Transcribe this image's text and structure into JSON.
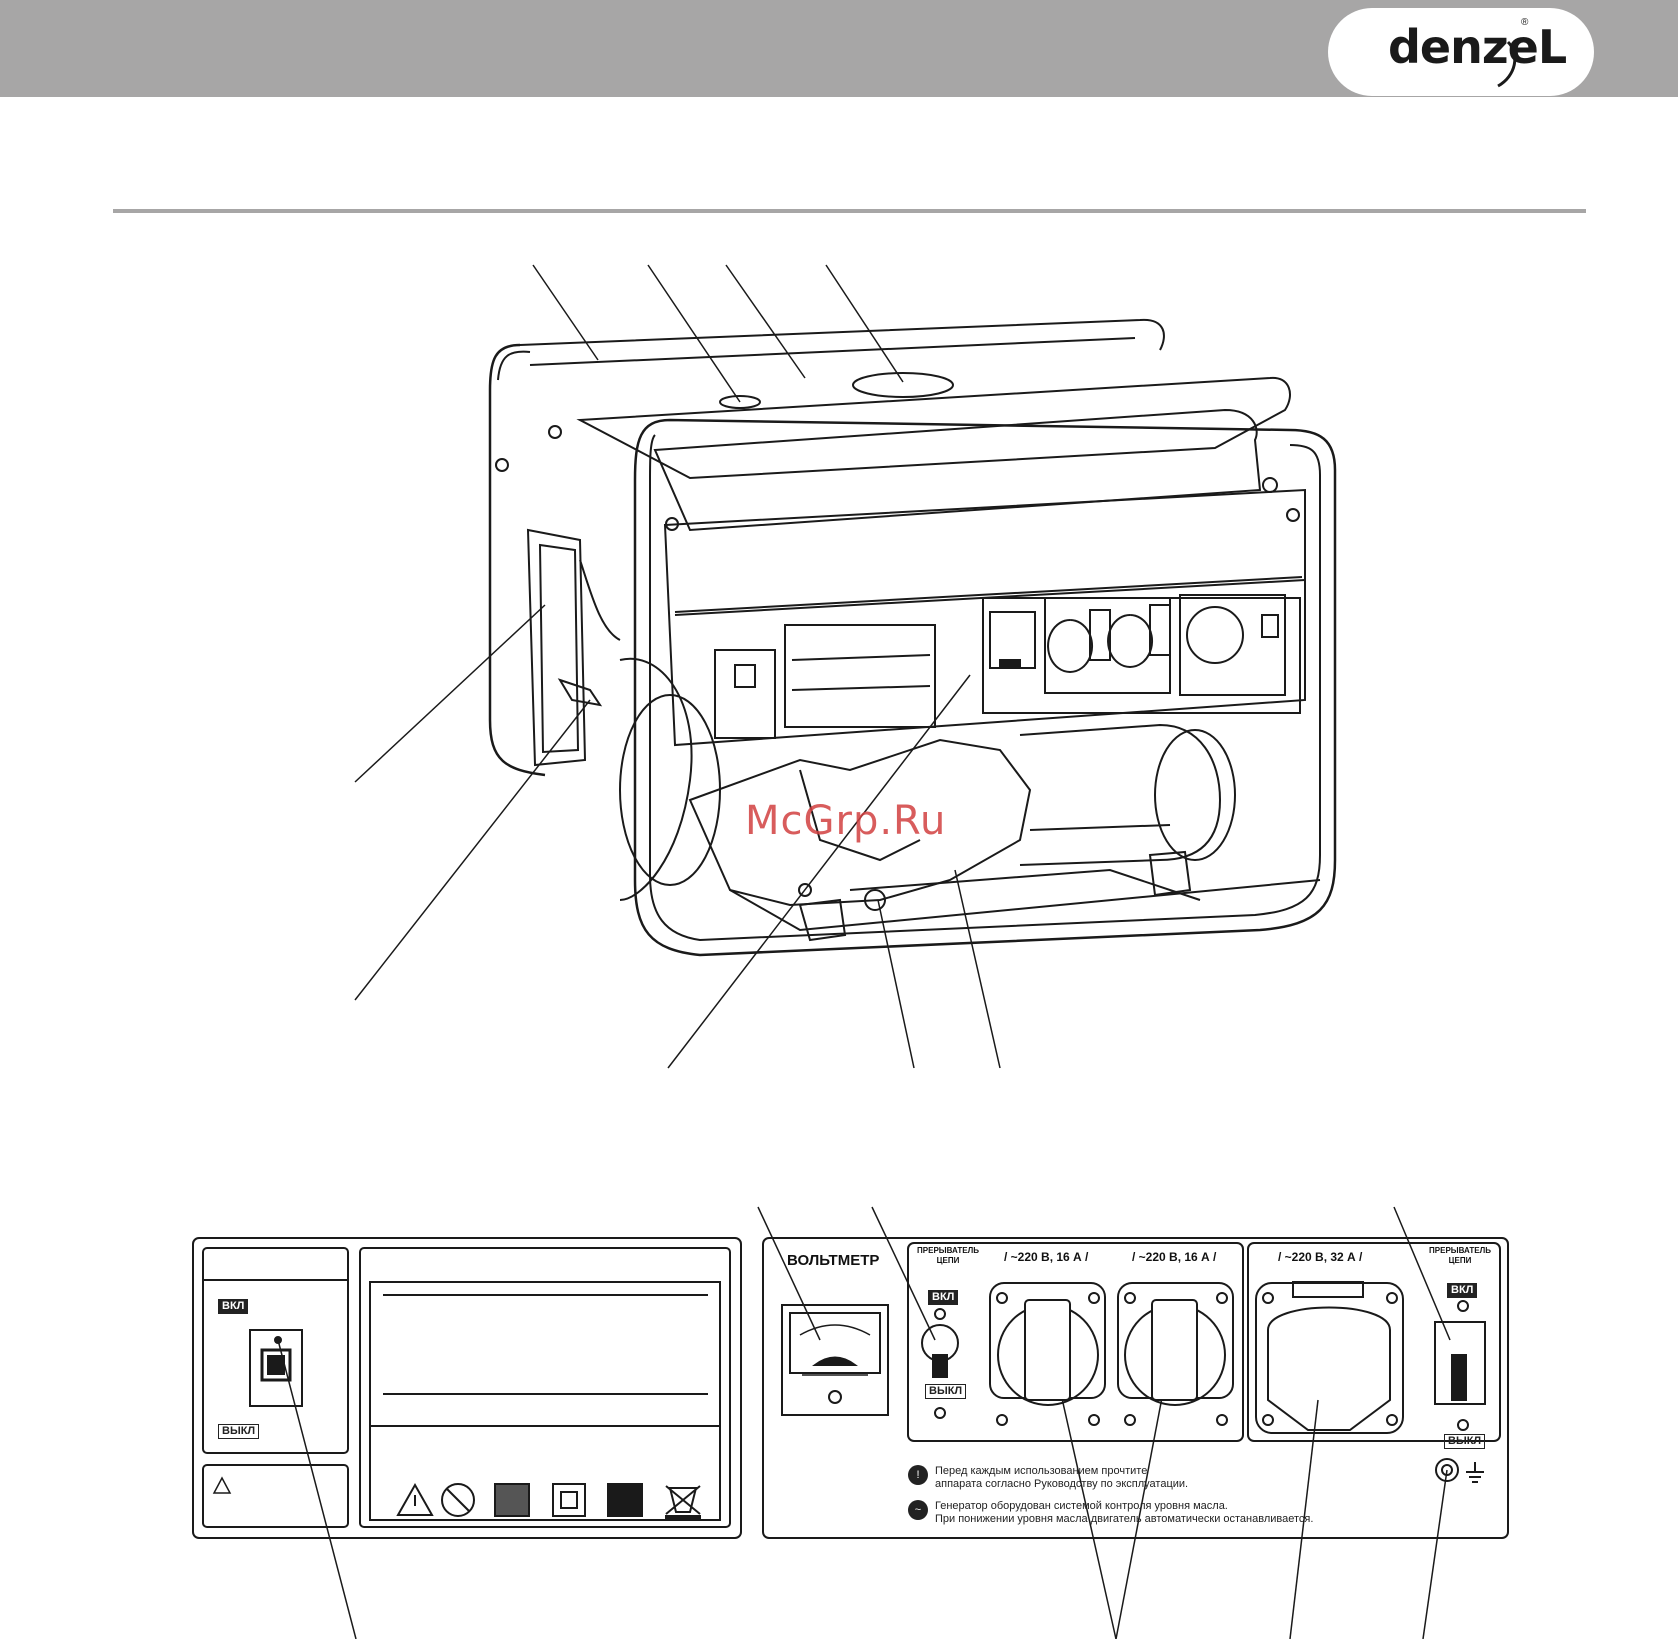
{
  "brand": {
    "name": "denzeL",
    "mark": "®"
  },
  "watermark": "McGrp.Ru",
  "left_panel": {
    "switch_on": "ВКЛ",
    "switch_off": "ВЫКЛ"
  },
  "right_panel": {
    "voltmeter_title": "ВОЛЬТМЕТР",
    "breaker_left_title_line1": "ПРЕРЫВАТЕЛЬ",
    "breaker_left_title_line2": "ЦЕПИ",
    "breaker_left_on": "ВКЛ",
    "breaker_left_off": "ВЫКЛ",
    "socket1_label": "/ ~220 В, 16 А /",
    "socket2_label": "/ ~220 В, 16 А /",
    "socket3_label": "/ ~220 В, 32 А /",
    "breaker_right_title_line1": "ПРЕРЫВАТЕЛЬ",
    "breaker_right_title_line2": "ЦЕПИ",
    "breaker_right_on": "ВКЛ",
    "breaker_right_off": "ВЫКЛ",
    "notice1_line1": "Перед каждым использованием прочтите",
    "notice1_line2": "аппарата согласно Руководству по эксплуатации.",
    "notice2_line1": "Генератор оборудован системой контроля уровня масла.",
    "notice2_line2": "При понижении уровня масла двигатель автоматически останавливается."
  },
  "icons": [
    "warning-triangle-icon",
    "no-rain-icon",
    "read-manual-icon",
    "double-insulation-icon",
    "eac-mark-icon",
    "weee-bin-icon",
    "ground-icon",
    "lightning-warning-icon"
  ],
  "colors": {
    "header": "#a7a6a6",
    "line": "#1a1a1a",
    "watermark": "#d24040"
  }
}
